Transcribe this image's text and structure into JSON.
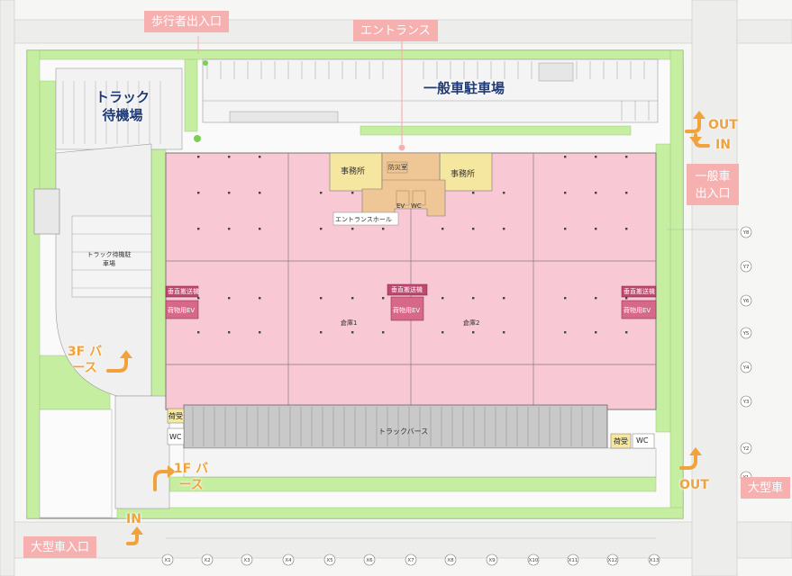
{
  "callouts": {
    "pedestrian_entrance": "歩行者出入口",
    "entrance": "エントランス",
    "general_vehicle_gate": "一般車出入口",
    "large_vehicle_gate": "大型車入口",
    "large_vehicle": "大型車"
  },
  "areas": {
    "truck_waiting_area": "トラック待機場",
    "general_parking": "一般車駐車場",
    "truck_waiting_parking": "トラック待機駐車場",
    "truck_berth": "トラックバース"
  },
  "ramps": {
    "berth_3f": "3F バース",
    "berth_1f": "1F バース"
  },
  "traffic": {
    "right_out": "OUT",
    "right_in": "IN",
    "bottom_right_out": "OUT",
    "bottom_in": "IN"
  },
  "rooms": {
    "office_left": "事務所",
    "office_right": "事務所",
    "guard_room": "防災室",
    "entrance_hall": "エントランスホール",
    "warehouse_1": "倉庫1",
    "warehouse_2": "倉庫2",
    "freight_ev_left": "荷物用EV",
    "freight_ev_center": "荷物用EV",
    "freight_ev_right": "荷物用EV",
    "vertical_conveyor_left": "垂直搬送機",
    "vertical_conveyor_center": "垂直搬送機",
    "vertical_conveyor_right": "垂直搬送機",
    "wc_left": "WC",
    "wc_right": "WC",
    "cargo_left": "荷受",
    "cargo_right": "荷受",
    "ev_core": "EV",
    "wc_core": "WC"
  },
  "grid_labels": [
    "Y8",
    "Y7",
    "Y6",
    "Y5",
    "Y4",
    "Y3",
    "Y2",
    "Y1",
    "X1",
    "X2",
    "X3",
    "X4",
    "X5",
    "X6",
    "X7",
    "X8",
    "X9",
    "X10",
    "X11",
    "X12",
    "X13"
  ],
  "colors": {
    "callout": "#f7b0b0",
    "warehouse": "#f8c8d4",
    "office": "#f5e6a0",
    "core": "#efc796",
    "green": "#c6eea0",
    "berth_roof": "#c9c9c9",
    "label_blue": "#1e3a78",
    "label_orange": "#f2a23a"
  }
}
